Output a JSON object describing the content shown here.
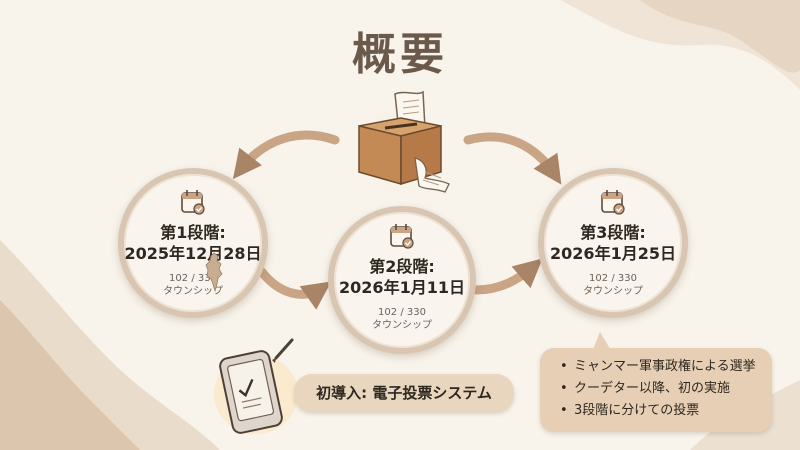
{
  "title": "概要",
  "phases": [
    {
      "title": "第1段階:",
      "date": "2025年12月28日",
      "count": "102 / 330",
      "unit": "タウンシップ"
    },
    {
      "title": "第2段階:",
      "date": "2026年1月11日",
      "count": "102 / 330",
      "unit": "タウンシップ"
    },
    {
      "title": "第3段階:",
      "date": "2026年1月25日",
      "count": "102 / 330",
      "unit": "タウンシップ"
    }
  ],
  "feature": {
    "label": "初導入: 電子投票システム"
  },
  "notes": [
    "ミャンマー軍事政権による選挙",
    "クーデター以降、初の実施",
    "3段階に分けての投票"
  ],
  "icons": {
    "ballot": "ballot-box-icon",
    "calendar": "calendar-check-icon",
    "tablet": "tablet-vote-icon",
    "map": "myanmar-map-icon"
  },
  "colors": {
    "background": "#f8f4ec",
    "title": "#6b5a4c",
    "accent": "#c9a585",
    "note_bg": "#e6cfb4"
  }
}
